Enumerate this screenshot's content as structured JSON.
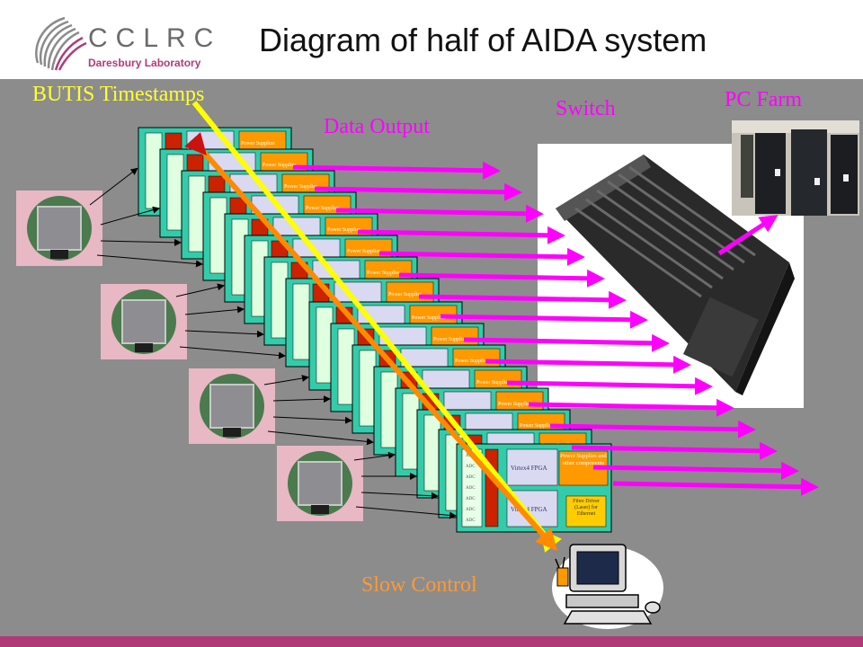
{
  "title": "Diagram of half of AIDA system",
  "logo": {
    "brand": "CCLRC",
    "subtitle": "Daresbury Laboratory"
  },
  "labels": {
    "butis": "BUTIS Timestamps",
    "data_output": "Data Output",
    "switch": "Switch",
    "pc_farm": "PC Farm",
    "slow_control": "Slow Control"
  },
  "card": {
    "power": "Power Supplies",
    "power_full": "Power Supplies and other components",
    "fpga1": "Virtex4 FPGA",
    "fpga2": "Virtex4 FPGA",
    "fibre": "Fibre Driver (Laser) for Ethernet",
    "adc": "ADC"
  },
  "colors": {
    "panel": "#8c8c8c",
    "card": "#33ccaa",
    "data_arrow": "#ff00ff",
    "butis_arrow": "#ffff00",
    "slow_arrow": "#ff8a00",
    "power_box": "#ff9900",
    "accent_bar": "#b03a78",
    "label_text": "#ff9933"
  }
}
